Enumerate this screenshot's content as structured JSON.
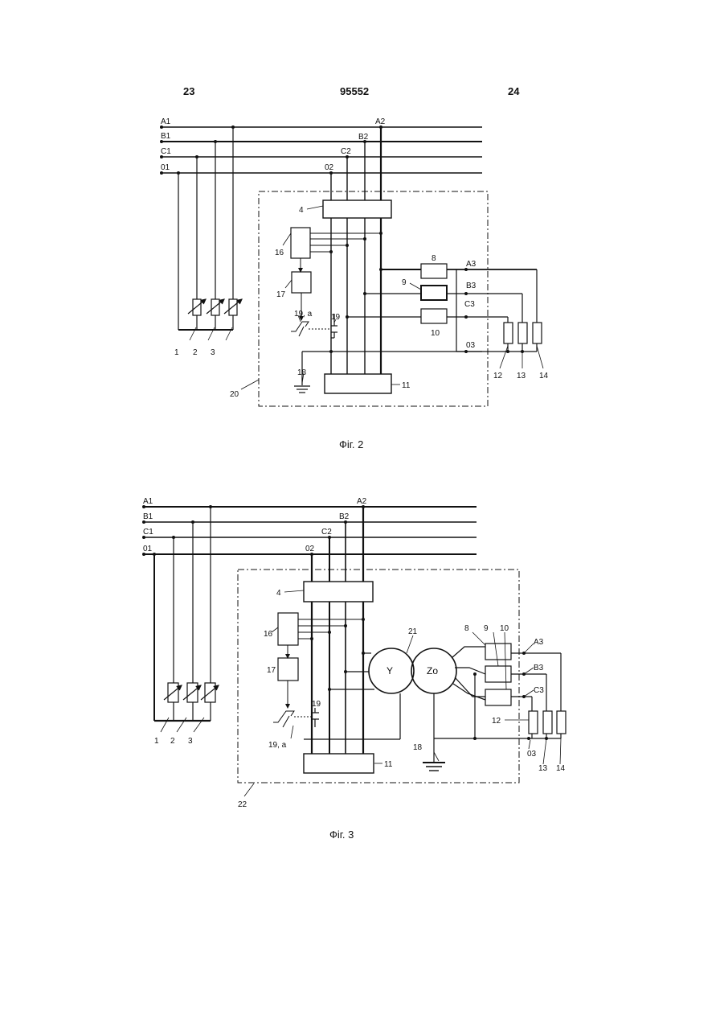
{
  "header": {
    "page_left": "23",
    "patent_number": "95552",
    "page_right": "24"
  },
  "fig2": {
    "caption": "Фіг. 2",
    "buses": [
      "A1",
      "B1",
      "C1",
      "01"
    ],
    "taps": [
      "A2",
      "B2",
      "C2",
      "02"
    ],
    "outputs": [
      "A3",
      "B3",
      "C3",
      "03"
    ],
    "labels": {
      "n1": "1",
      "n2": "2",
      "n3": "3",
      "n4": "4",
      "n8": "8",
      "n9": "9",
      "n10": "10",
      "n11": "11",
      "n12": "12",
      "n13": "13",
      "n14": "14",
      "n16": "16",
      "n17": "17",
      "n18": "18",
      "n19": "19",
      "n19a": "19, a",
      "n20": "20"
    }
  },
  "fig3": {
    "caption": "Фіг. 3",
    "buses": [
      "A1",
      "B1",
      "C1",
      "01"
    ],
    "taps": [
      "A2",
      "B2",
      "C2",
      "02"
    ],
    "outputs": [
      "A3",
      "B3",
      "C3",
      "03"
    ],
    "transformer": {
      "primary": "Y",
      "secondary": "Zo"
    },
    "labels": {
      "n1": "1",
      "n2": "2",
      "n3": "3",
      "n4": "4",
      "n8": "8",
      "n9": "9",
      "n10": "10",
      "n11": "11",
      "n12": "12",
      "n13": "13",
      "n14": "14",
      "n16": "16",
      "n17": "17",
      "n18": "18",
      "n19": "19",
      "n19a": "19, a",
      "n21": "21",
      "n22": "22"
    }
  }
}
